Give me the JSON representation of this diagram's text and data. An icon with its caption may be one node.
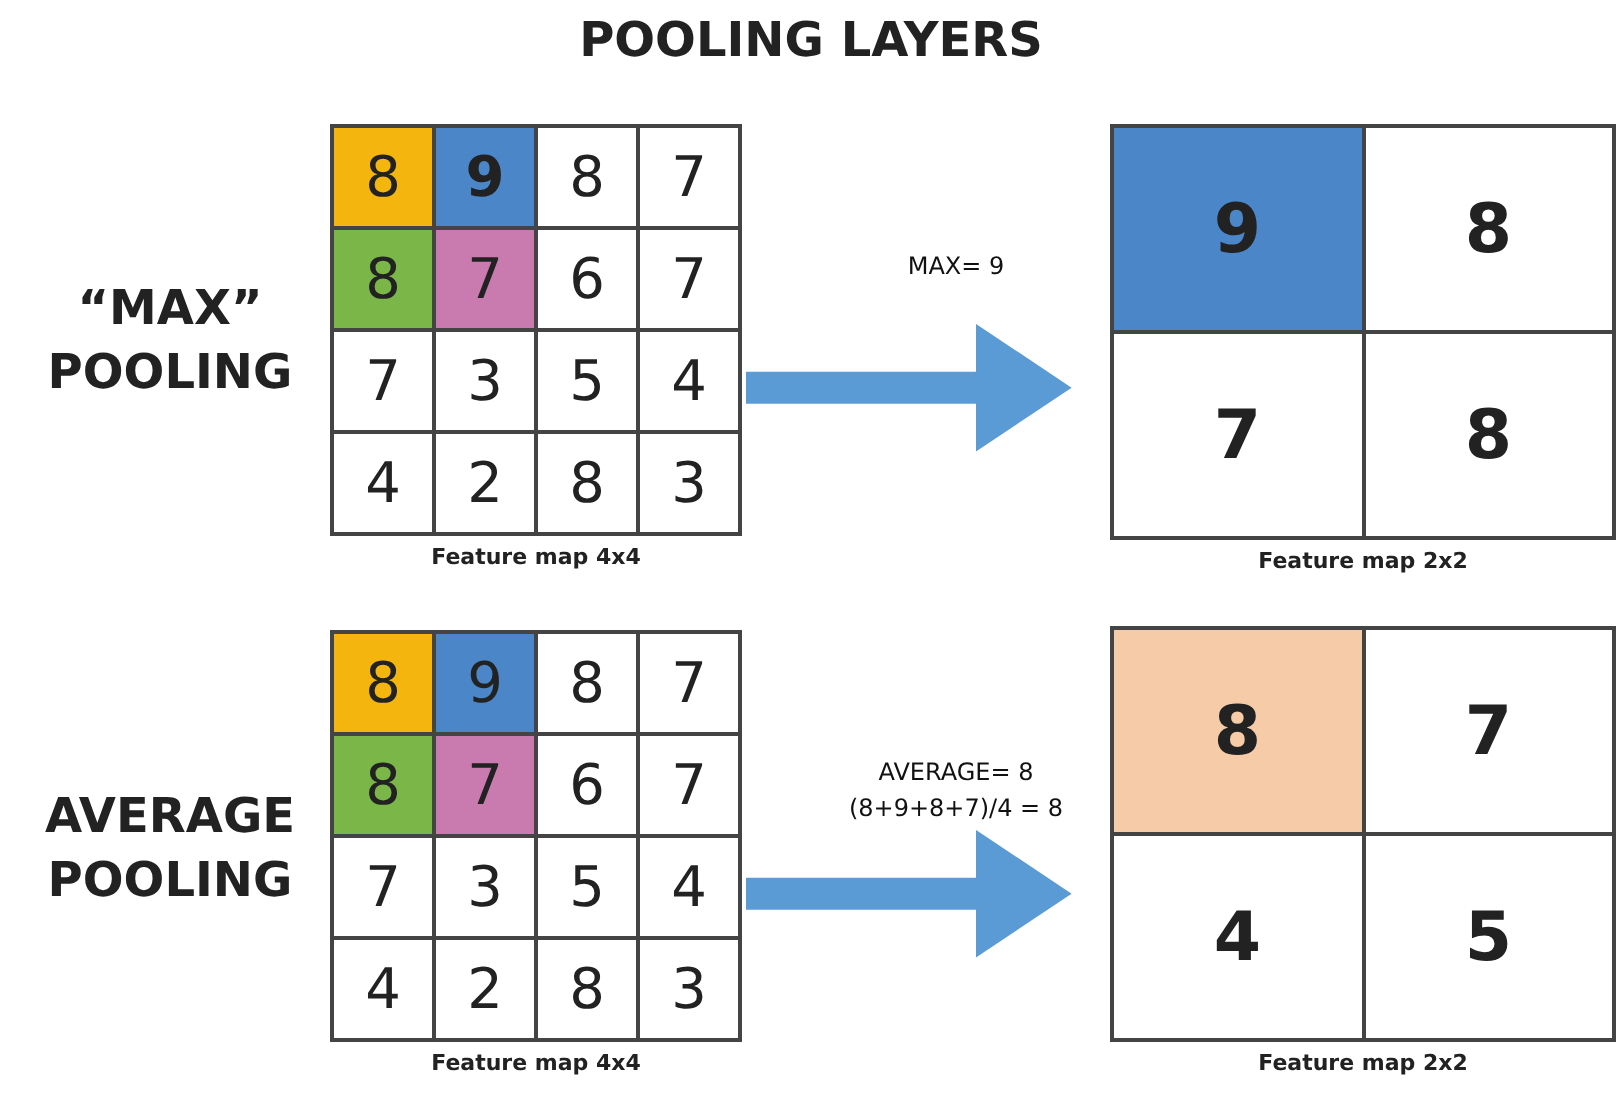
{
  "diagram": {
    "title": "POOLING LAYERS",
    "nodes": [
      {
        "text": [
          "8",
          "9",
          "8",
          "7",
          "8",
          "7",
          "6",
          "7",
          "7",
          "3",
          "5",
          "4",
          "4",
          "2",
          "8",
          "3"
        ],
        "beside": [
          "Feature map 4x4"
        ]
      },
      {
        "text": [
          "9",
          "8",
          "7",
          "8"
        ],
        "beside": [
          "Feature map 2x2"
        ]
      },
      {
        "text": [
          "8",
          "9",
          "8",
          "7",
          "8",
          "7",
          "6",
          "7",
          "7",
          "3",
          "5",
          "4",
          "4",
          "2",
          "8",
          "3"
        ],
        "beside": [
          "Feature map 4x4"
        ]
      },
      {
        "text": [
          "8",
          "7",
          "4",
          "5"
        ],
        "beside": [
          "Feature map 2x2"
        ]
      }
    ],
    "edges": [
      {
        "from": 0,
        "to": 1,
        "arrow": "to",
        "label": "MAX= 9"
      },
      {
        "from": 2,
        "to": 3,
        "arrow": "to",
        "label": "AVERAGE= 8 (8+9+8+7)/4 = 8"
      }
    ],
    "labels": [
      "“MAX” POOLING",
      "AVERAGE POOLING"
    ]
  }
}
